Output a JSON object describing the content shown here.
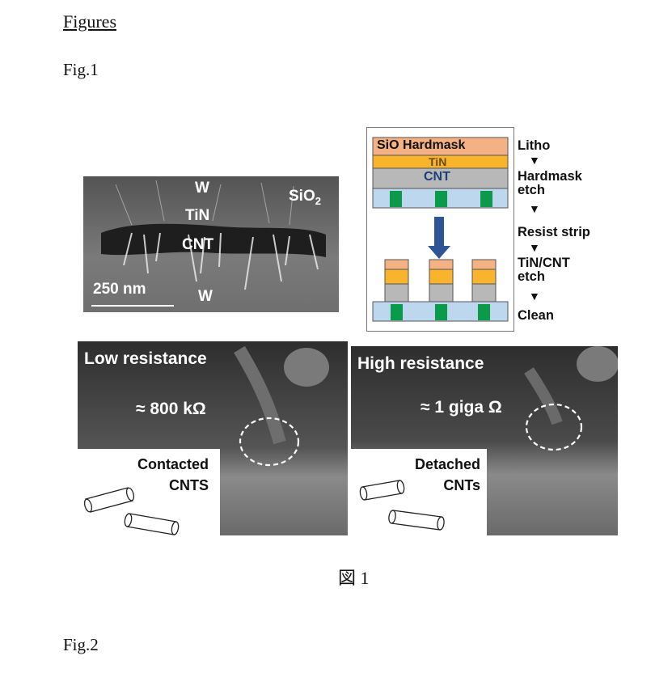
{
  "heading": "Figures",
  "fig1_label": "Fig.1",
  "fig2_label": "Fig.2",
  "sem_cross_section": {
    "top_left": "W",
    "top_right": "SiO",
    "top_right_sub": "2",
    "layer_tin": "TiN",
    "layer_cnt": "CNT",
    "scale_bar": "250 nm",
    "bottom": "W"
  },
  "flow_diagram": {
    "hardmask": "SiO Hardmask",
    "tin": "TiN",
    "cnt": "CNT",
    "steps": [
      "Litho",
      "Hardmask etch",
      "Resist strip",
      "TiN/CNT etch",
      "Clean"
    ]
  },
  "low_resistance": {
    "title": "Low resistance",
    "value": "≈ 800 kΩ",
    "caption_line1": "Contacted",
    "caption_line2": "CNTS"
  },
  "high_resistance": {
    "title": "High resistance",
    "value": "≈ 1 giga Ω",
    "caption_line1": "Detached",
    "caption_line2": "CNTs"
  },
  "figure_caption": "図 1",
  "colors": {
    "hardmask": "#f4b183",
    "tin": "#f7b42c",
    "cnt_fill": "#b8b8b8",
    "via": "#0a9a4a",
    "substrate": "#bdd7ee",
    "arrow": "#2f5597"
  }
}
